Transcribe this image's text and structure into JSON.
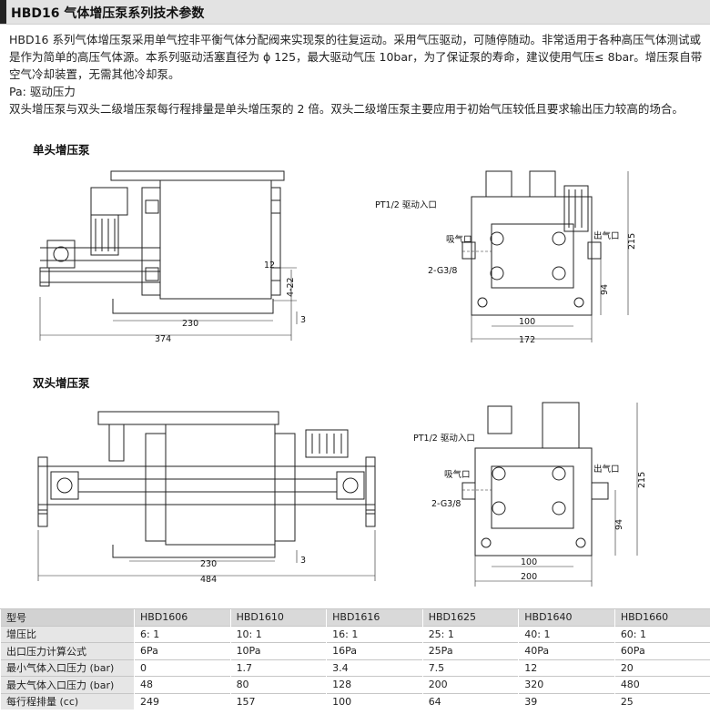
{
  "header": {
    "title": "HBD16 气体增压泵系列技术参数"
  },
  "description": {
    "para1": "HBD16 系列气体增压泵采用单气控非平衡气体分配阀来实现泵的往复运动。采用气压驱动，可随停随动。非常适用于各种高压气体测试或是作为简单的高压气体源。本系列驱动活塞直径为 ϕ 125，最大驱动气压 10bar，为了保证泵的寿命，建议使用气压≤ 8bar。增压泵自带空气冷却装置，无需其他冷却泵。",
    "para2": "Pa:  驱动压力",
    "para3": "双头增压泵与双头二级增压泵每行程排量是单头增压泵的 2 倍。双头二级增压泵主要应用于初始气压较低且要求输出压力较高的场合。"
  },
  "single_section": {
    "title": "单头增压泵",
    "labels": {
      "dim_12": "12",
      "dim_4_phi22": "4-22",
      "dim_3": "3",
      "dim_230": "230",
      "dim_374": "374",
      "drive_inlet": "PT1/2 驱动入口",
      "suction": "吸气口",
      "outlet": "出气口",
      "port": "2-G3/8",
      "dim_215": "215",
      "dim_94": "94",
      "dim_100": "100",
      "dim_172": "172"
    }
  },
  "double_section": {
    "title": "双头增压泵",
    "labels": {
      "dim_3": "3",
      "dim_230": "230",
      "dim_484": "484",
      "drive_inlet": "PT1/2 驱动入口",
      "suction": "吸气口",
      "outlet": "出气口",
      "port": "2-G3/8",
      "dim_215": "215",
      "dim_94": "94",
      "dim_100": "100",
      "dim_200": "200"
    }
  },
  "specs_table": {
    "header": [
      "型号",
      "HBD1606",
      "HBD1610",
      "HBD1616",
      "HBD1625",
      "HBD1640",
      "HBD1660"
    ],
    "rows": [
      [
        "增压比",
        "6:  1",
        "10:  1",
        "16:  1",
        "25:  1",
        "40:  1",
        "60:  1"
      ],
      [
        "出口压力计算公式",
        "6Pa",
        "10Pa",
        "16Pa",
        "25Pa",
        "40Pa",
        "60Pa"
      ],
      [
        "最小气体入口压力 (bar)",
        "0",
        "1.7",
        "3.4",
        "7.5",
        "12",
        "20"
      ],
      [
        "最大气体入口压力 (bar)",
        "48",
        "80",
        "128",
        "200",
        "320",
        "480"
      ],
      [
        "每行程排量 (cc)",
        "249",
        "157",
        "100",
        "64",
        "39",
        "25"
      ]
    ]
  }
}
